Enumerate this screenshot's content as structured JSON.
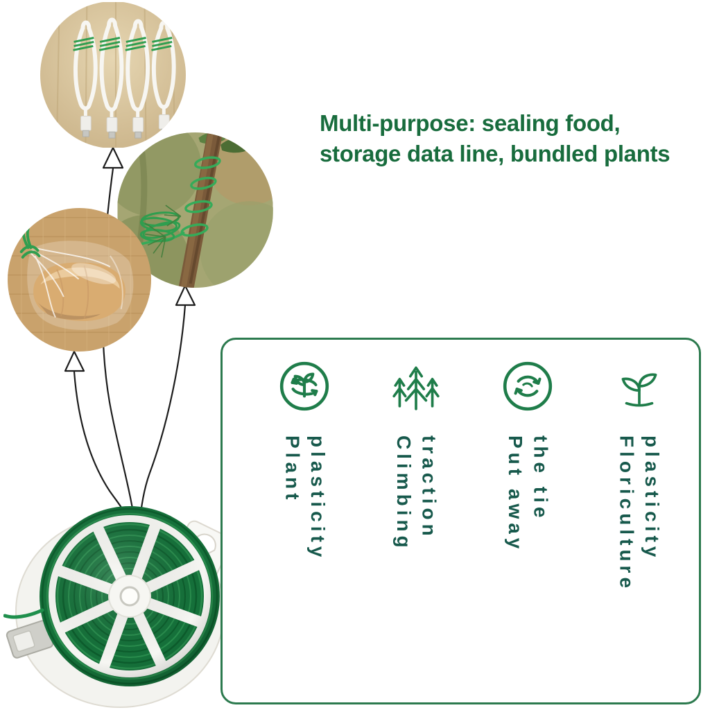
{
  "colors": {
    "headline_green": "#186c3d",
    "label_green": "#17594c",
    "icon_green": "#1f7d4a",
    "box_border_green": "#2c7a4e",
    "wire_green": "#2f9e4f"
  },
  "headline": {
    "line1": "Multi-purpose: sealing food,",
    "line2": "storage data line, bundled plants"
  },
  "feature_box": {
    "items": [
      {
        "icon": "plant-plasticity-icon",
        "label": "Plant\nplasticity"
      },
      {
        "icon": "climbing-traction-icon",
        "label": "Climbing\ntraction"
      },
      {
        "icon": "put-away-tie-icon",
        "label": "Put away\nthe tie"
      },
      {
        "icon": "floriculture-plasticity-icon",
        "label": "Floriculture\nplasticity"
      }
    ]
  },
  "photos": {
    "cables": "usb-cables-bundled-with-green-twist-ties",
    "plant": "plant-stem-tied-to-support-with-green-wire",
    "bread": "bread-bag-sealed-with-green-twist-tie",
    "spool": "green-twist-tie-wire-on-white-spool"
  }
}
